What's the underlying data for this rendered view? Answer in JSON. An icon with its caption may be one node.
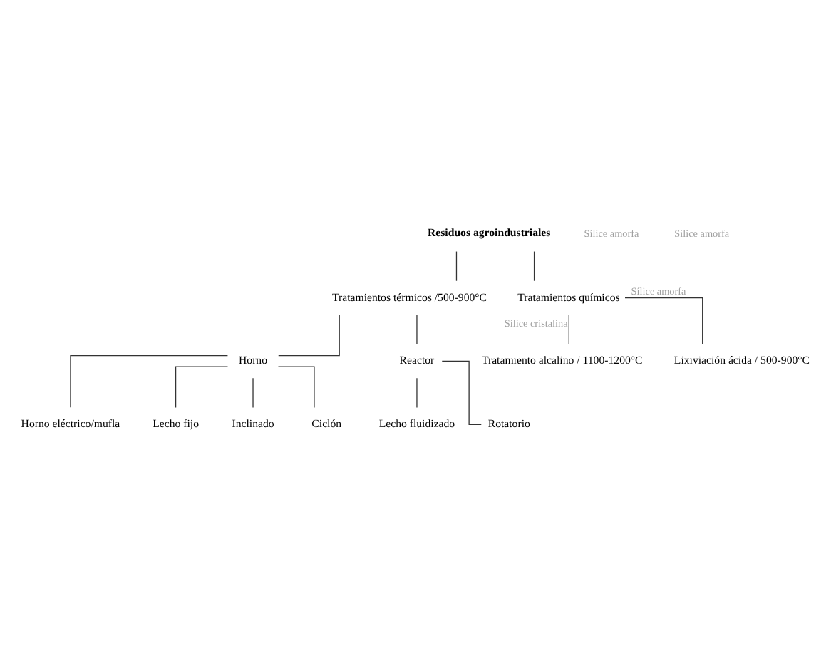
{
  "diagram": {
    "nodes": [
      {
        "text": [
          "Residuos agroindustriales"
        ]
      },
      {
        "text": [
          "Tratamientos térmicos /500-900°C"
        ]
      },
      {
        "text": [
          "Tratamientos químicos"
        ]
      },
      {
        "text": [
          "Horno"
        ]
      },
      {
        "text": [
          "Reactor"
        ]
      },
      {
        "text": [
          "Horno eléctrico/mufla"
        ]
      },
      {
        "text": [
          "Lecho fijo"
        ]
      },
      {
        "text": [
          "Inclinado"
        ]
      },
      {
        "text": [
          "Ciclón"
        ]
      },
      {
        "text": [
          "Lecho fluidizado"
        ]
      },
      {
        "text": [
          "Rotatorio"
        ]
      },
      {
        "text": [
          "Tratamiento alcalino / 1100-1200°C"
        ]
      },
      {
        "text": [
          "Lixiviación ácida / 500-900°C"
        ]
      }
    ],
    "edges": [
      {
        "from": 0,
        "to": 1,
        "arrow": "none"
      },
      {
        "from": 0,
        "to": 2,
        "arrow": "none"
      },
      {
        "from": 1,
        "to": 3,
        "arrow": "none"
      },
      {
        "from": 1,
        "to": 4,
        "arrow": "none"
      },
      {
        "from": 3,
        "to": 5,
        "arrow": "none"
      },
      {
        "from": 3,
        "to": 6,
        "arrow": "none"
      },
      {
        "from": 3,
        "to": 7,
        "arrow": "none"
      },
      {
        "from": 3,
        "to": 8,
        "arrow": "none"
      },
      {
        "from": 4,
        "to": 9,
        "arrow": "none"
      },
      {
        "from": 4,
        "to": 10,
        "arrow": "none"
      },
      {
        "from": 2,
        "to": 11,
        "label": "Sílice cristalina",
        "arrow": "none",
        "color": "#a0a0a0"
      },
      {
        "from": 2,
        "to": 12,
        "label": "Sílice amorfa",
        "arrow": "none"
      }
    ],
    "labels": [
      "Sílice amorfa",
      "Sílice amorfa"
    ]
  }
}
